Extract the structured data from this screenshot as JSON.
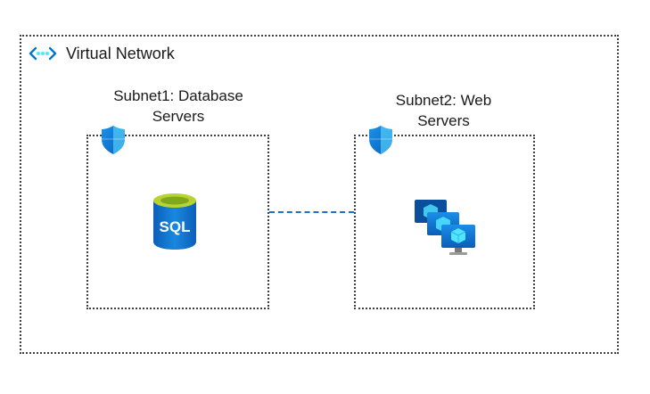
{
  "vnet": {
    "title": "Virtual Network",
    "icon": "vnet-icon"
  },
  "subnets": [
    {
      "title_line1": "Subnet1: Database",
      "title_line2": "Servers",
      "icon": "shield-icon",
      "content_icon": "sql-database-icon",
      "content_label": "SQL"
    },
    {
      "title_line1": "Subnet2: Web",
      "title_line2": "Servers",
      "icon": "shield-icon",
      "content_icon": "virtual-machines-icon"
    }
  ],
  "colors": {
    "accent": "#1f6fd1",
    "border": "#404040",
    "vnet_dots": "#50e6ff",
    "vnet_arrows": "#0078d4"
  }
}
